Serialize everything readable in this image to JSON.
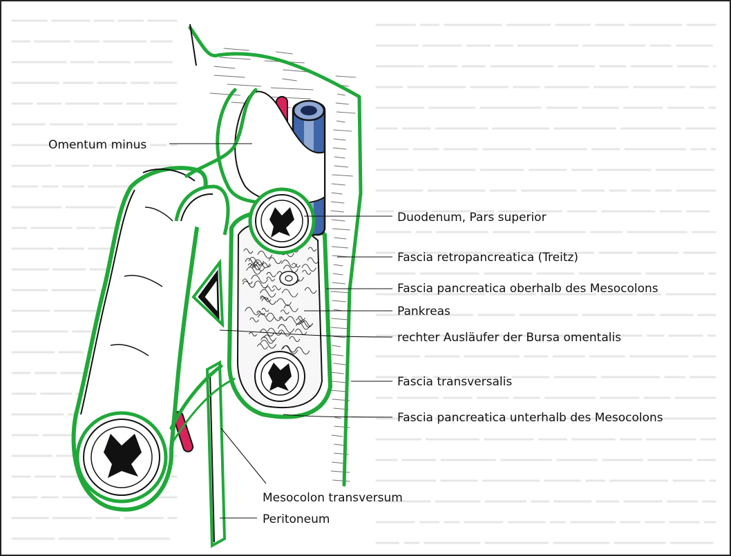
{
  "figure": {
    "colors": {
      "membrane": "#21a83a",
      "artery": "#d8245a",
      "vein": "#3f66a8",
      "vein_light": "#8fa8d4",
      "ink": "#111111"
    },
    "labels": {
      "omentum_minus": "Omentum minus",
      "duodenum": "Duodenum, Pars superior",
      "fascia_retro": "Fascia retropancreatica (Treitz)",
      "fascia_panc_ober": "Fascia pancreatica oberhalb des Mesocolons",
      "pankreas": "Pankreas",
      "bursa": "rechter Ausläufer der Bursa omentalis",
      "fascia_transv": "Fascia transversalis",
      "fascia_panc_unter": "Fascia pancreatica unterhalb des Mesocolons",
      "mesocolon": "Mesocolon transversum",
      "peritoneum": "Peritoneum"
    }
  }
}
